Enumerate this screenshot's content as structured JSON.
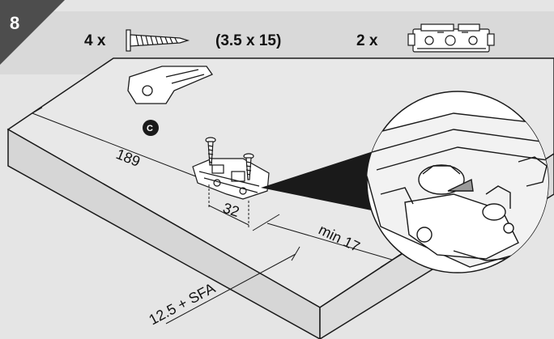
{
  "step": {
    "number": "8"
  },
  "parts": {
    "screw": {
      "quantity": "4 x",
      "size": "(3.5 x 15)",
      "icon": "screw-icon"
    },
    "bracket": {
      "quantity": "2 x",
      "icon": "mounting-bracket-icon"
    }
  },
  "callout": {
    "label": "C"
  },
  "dimensions": {
    "length": "189",
    "spacing": "32",
    "min_edge": "min 17",
    "offset": "12.5 + SFA"
  },
  "colors": {
    "header_bg": "#d9d9d9",
    "step_badge": "#4d4d4d",
    "background": "#e5e5e5",
    "board_face": "#e8e8e8",
    "board_edge": "#d6d6d6",
    "detail_circle": "#ffffff",
    "line": "#1a1a1a"
  }
}
